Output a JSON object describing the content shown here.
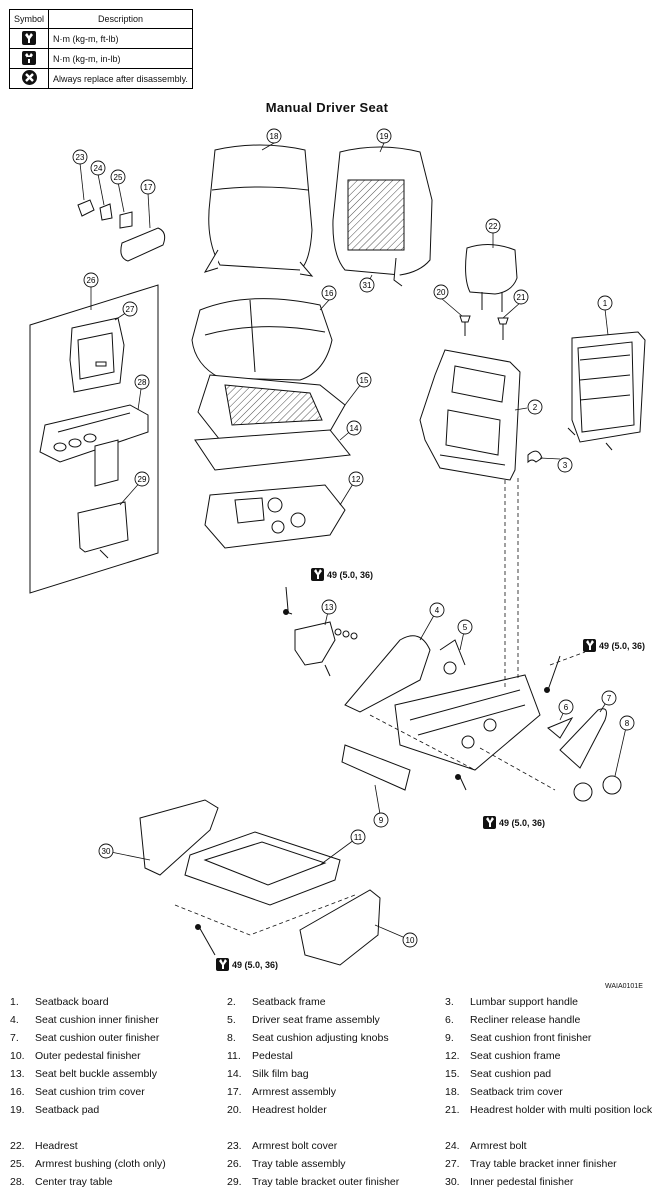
{
  "symbol_table": {
    "header_symbol": "Symbol",
    "header_description": "Description",
    "rows": [
      {
        "icon": "torque-wrench-icon",
        "description": "N·m (kg-m, ft-lb)"
      },
      {
        "icon": "torque-wrench-small-icon",
        "description": "N·m (kg-m, in-lb)"
      },
      {
        "icon": "always-replace-icon",
        "description": "Always replace after disassembly."
      }
    ]
  },
  "title": "Manual Driver Seat",
  "torque_spec": "49 (5.0, 36)",
  "callouts": [
    "1",
    "2",
    "3",
    "4",
    "5",
    "6",
    "7",
    "8",
    "9",
    "10",
    "11",
    "12",
    "13",
    "14",
    "15",
    "16",
    "17",
    "18",
    "19",
    "20",
    "21",
    "22",
    "23",
    "24",
    "25",
    "26",
    "27",
    "28",
    "29",
    "30",
    "31"
  ],
  "figure_code": "WAIA0101E",
  "legend": [
    {
      "num": "1.",
      "text": "Seatback board"
    },
    {
      "num": "2.",
      "text": "Seatback frame"
    },
    {
      "num": "3.",
      "text": "Lumbar support handle"
    },
    {
      "num": "4.",
      "text": "Seat cushion inner finisher"
    },
    {
      "num": "5.",
      "text": "Driver seat frame assembly"
    },
    {
      "num": "6.",
      "text": "Recliner release handle"
    },
    {
      "num": "7.",
      "text": "Seat cushion outer finisher"
    },
    {
      "num": "8.",
      "text": "Seat cushion adjusting knobs"
    },
    {
      "num": "9.",
      "text": "Seat cushion front finisher"
    },
    {
      "num": "10.",
      "text": "Outer pedestal finisher"
    },
    {
      "num": "11.",
      "text": "Pedestal"
    },
    {
      "num": "12.",
      "text": "Seat cushion frame"
    },
    {
      "num": "13.",
      "text": "Seat belt buckle assembly"
    },
    {
      "num": "14.",
      "text": "Silk film bag"
    },
    {
      "num": "15.",
      "text": "Seat cushion pad"
    },
    {
      "num": "16.",
      "text": "Seat cushion trim cover"
    },
    {
      "num": "17.",
      "text": "Armrest assembly"
    },
    {
      "num": "18.",
      "text": "Seatback trim cover"
    },
    {
      "num": "19.",
      "text": "Seatback pad"
    },
    {
      "num": "20.",
      "text": "Headrest holder"
    },
    {
      "num": "21.",
      "text": "Headrest holder with multi position lock"
    },
    {
      "num": "22.",
      "text": "Headrest"
    },
    {
      "num": "23.",
      "text": "Armrest bolt cover"
    },
    {
      "num": "24.",
      "text": "Armrest bolt"
    },
    {
      "num": "25.",
      "text": "Armrest bushing (cloth only)"
    },
    {
      "num": "26.",
      "text": "Tray table assembly"
    },
    {
      "num": "27.",
      "text": "Tray table bracket inner finisher"
    },
    {
      "num": "28.",
      "text": "Center tray table"
    },
    {
      "num": "29.",
      "text": "Tray table bracket outer finisher"
    },
    {
      "num": "30.",
      "text": "Inner pedestal finisher"
    }
  ]
}
